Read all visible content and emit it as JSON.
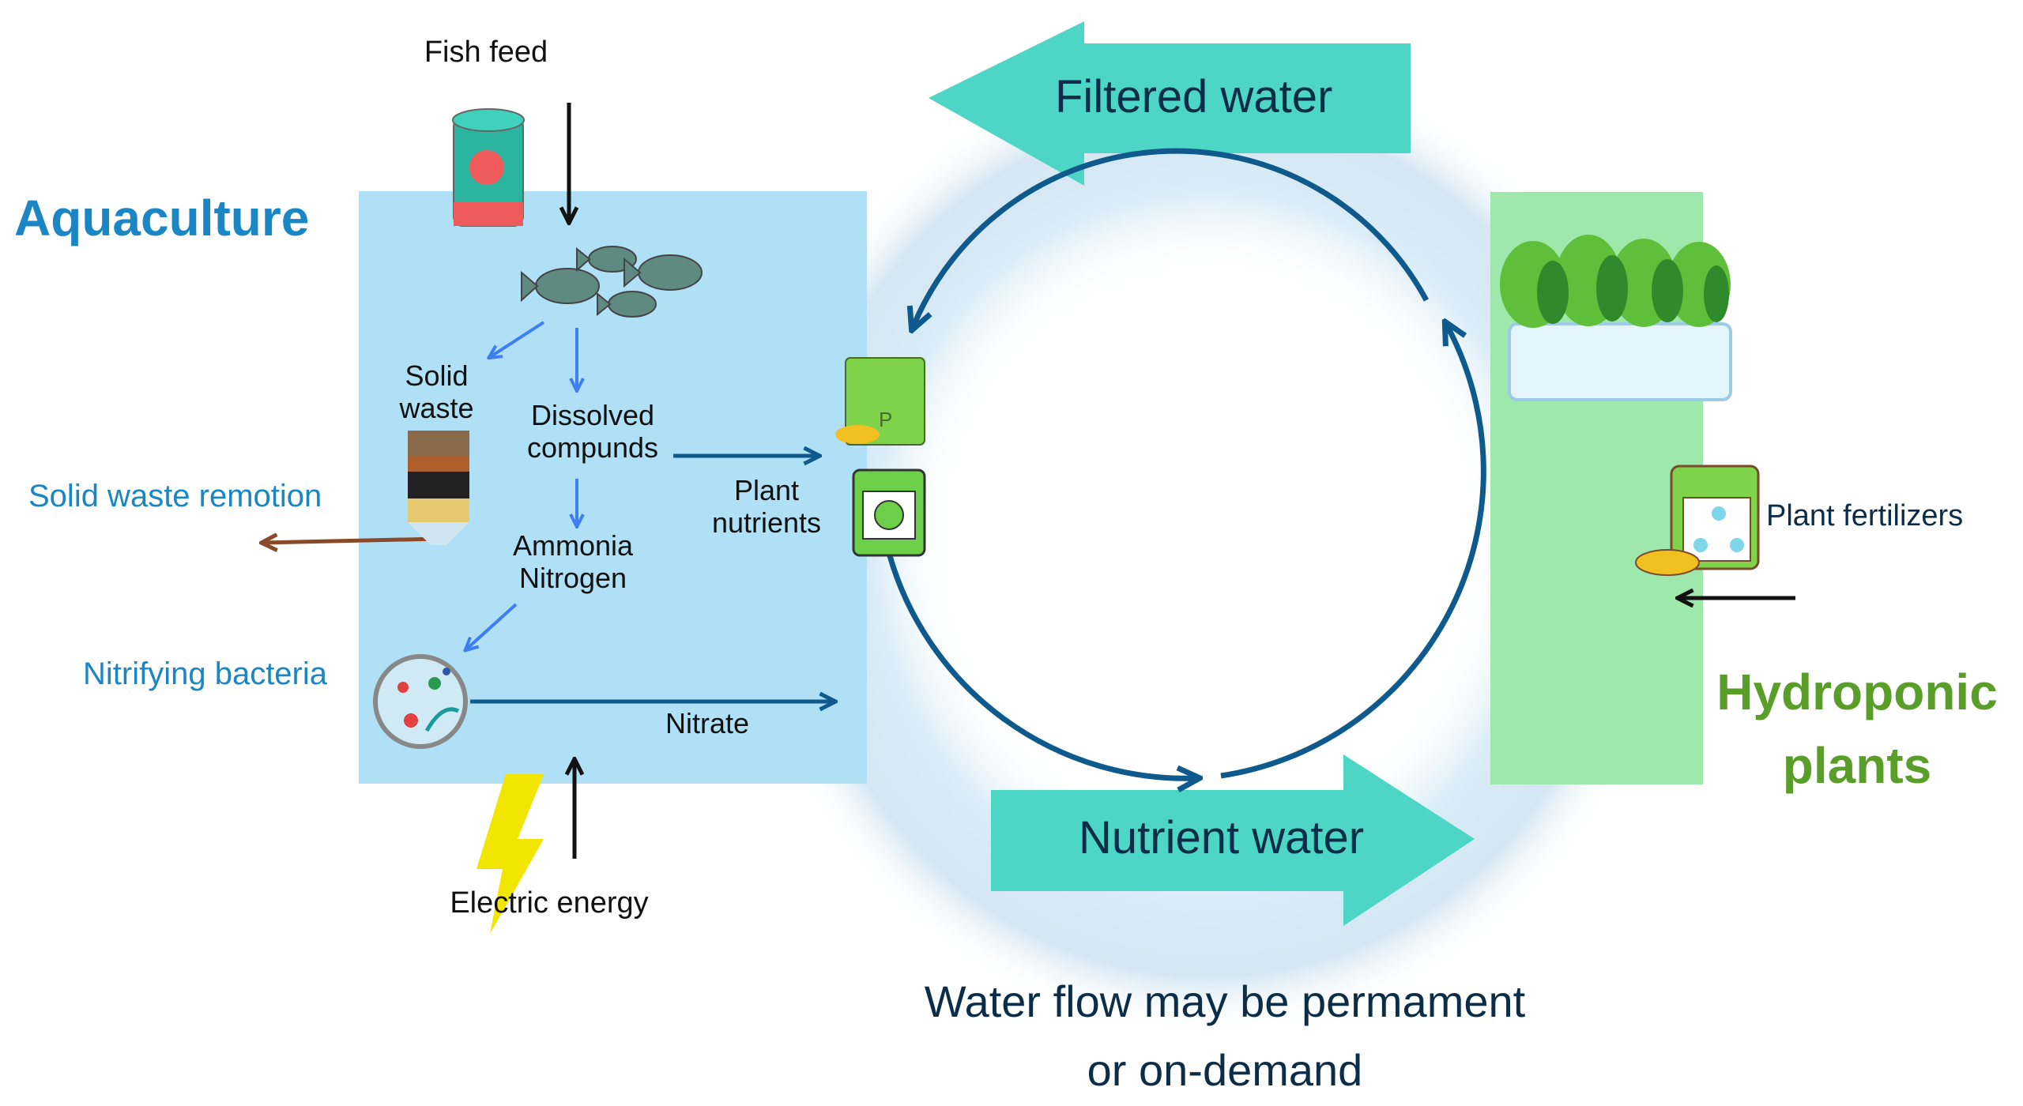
{
  "left_section": {
    "title": "Aquaculture",
    "inputs": {
      "fish_feed": "Fish feed",
      "electric_energy": "Electric energy"
    },
    "nodes": {
      "solid_waste": [
        "Solid",
        "waste"
      ],
      "dissolved_compounds": [
        "Dissolved",
        "compunds"
      ],
      "ammonia_nitrogen": [
        "Ammonia",
        "Nitrogen"
      ],
      "plant_nutrients": [
        "Plant",
        "nutrients"
      ],
      "nitrate": "Nitrate"
    },
    "side_labels": {
      "solid_waste_removal": "Solid waste remotion",
      "nitrifying_bacteria": "Nitrifying bacteria"
    },
    "icons": [
      "fish-feed-can-icon",
      "fish-school-icon",
      "sand-filter-icon",
      "petri-dish-bacteria-icon",
      "lightning-icon",
      "fertilizer-bag-icon",
      "nutrient-jug-icon"
    ]
  },
  "right_section": {
    "title": [
      "Hydroponic",
      "plants"
    ],
    "plant_fertilizers": "Plant fertilizers",
    "icons": [
      "hydroponic-lettuce-tray-icon",
      "fertilizer-canister-icon"
    ]
  },
  "flows": {
    "filtered_water": "Filtered water",
    "nutrient_water": "Nutrient water"
  },
  "note": [
    "Water flow may be permament",
    "or on-demand"
  ],
  "colors": {
    "aquaculture_box": "#b0e0f5",
    "hydroponic_box": "#9ee8ab",
    "flow_arrow": "#4dd5c5",
    "cycle_arrow": "#0f5a8c",
    "aquaculture_title": "#1a86c4",
    "hydroponic_title": "#5a9e2a",
    "inner_arrow": "#3f7ef0",
    "waste_arrow": "#8a4a2a"
  }
}
